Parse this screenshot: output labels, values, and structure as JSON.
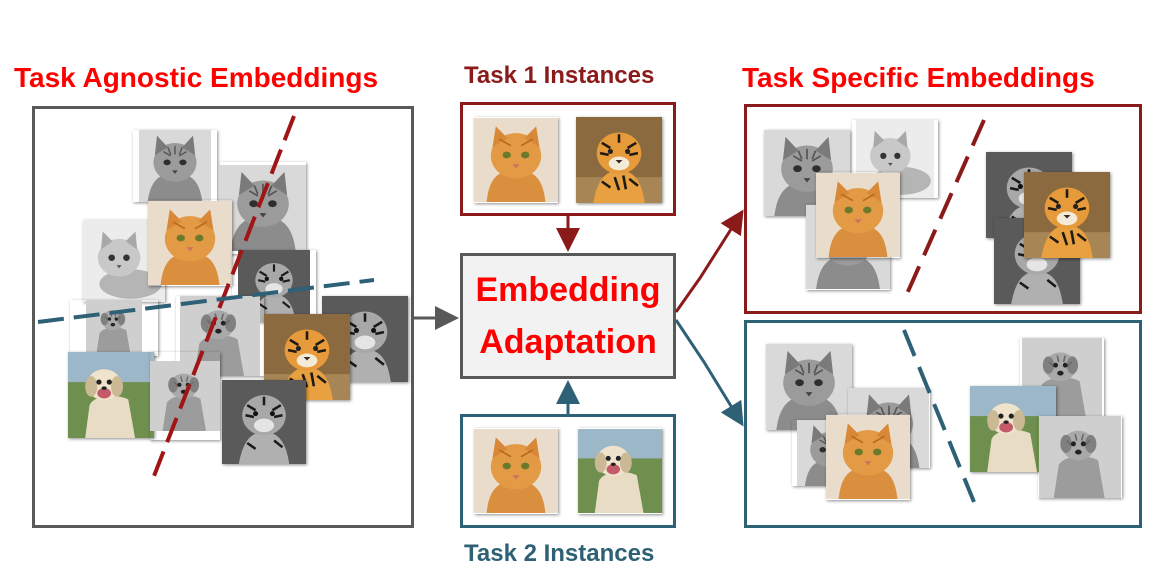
{
  "titles": {
    "left": "Task Agnostic Embeddings",
    "right": "Task Specific Embeddings",
    "task1": "Task 1 Instances",
    "task2": "Task 2 Instances"
  },
  "adaptation": {
    "line1": "Embedding",
    "line2": "Adaptation"
  },
  "colors": {
    "heading_red": "#ff0000",
    "task1_red": "#8b1a1a",
    "task2_teal": "#2e6076",
    "box_gray": "#595959"
  },
  "icons": {
    "cat_gray": "gray tabby cat photo",
    "cat_orange": "orange cat photo",
    "kitten_gray": "gray kitten photo",
    "tiger_color": "tiger photo",
    "tiger_gray": "gray tiger photo",
    "dog_color": "dog photo",
    "dog_gray": "gray dog photo"
  }
}
